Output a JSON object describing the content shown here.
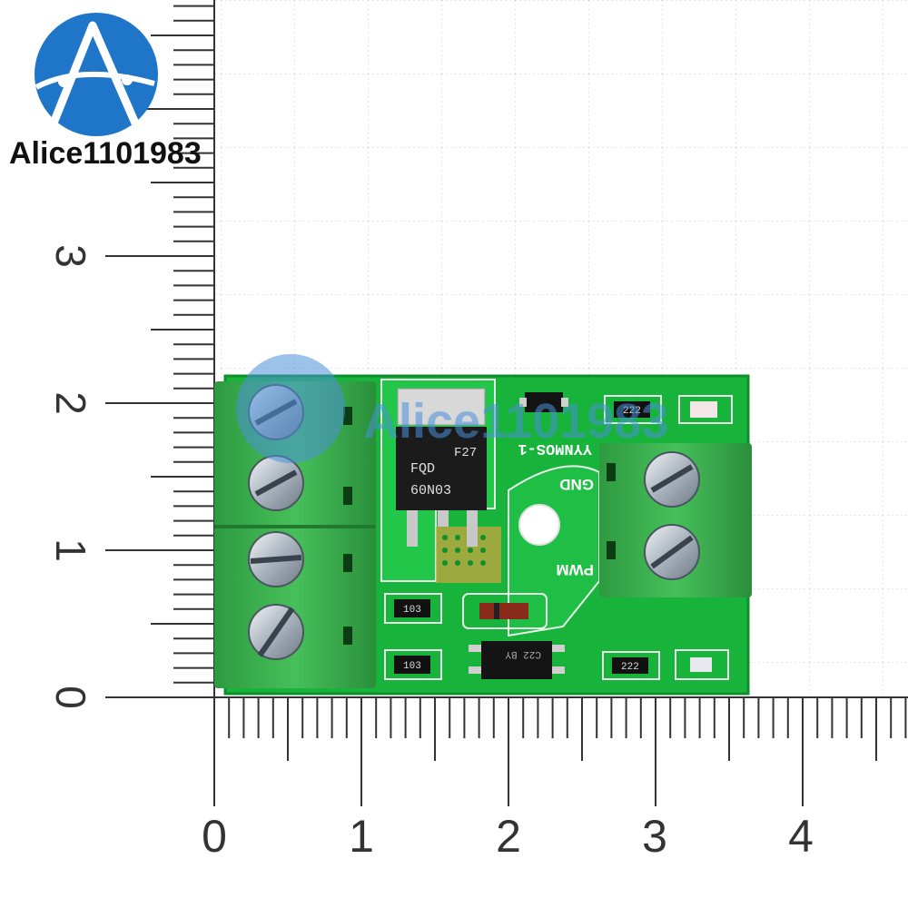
{
  "watermark": {
    "brand_text": "Alice1101983",
    "overlay_text": "Alice1101983"
  },
  "ruler": {
    "vertical_labels": [
      "0",
      "1",
      "2",
      "3"
    ],
    "horizontal_labels": [
      "0",
      "1",
      "2",
      "3",
      "4"
    ]
  },
  "board": {
    "model_label": "YYNMOS-1",
    "mosfet_marking": "FQD",
    "mosfet_part": "60N03",
    "mosfet_code": "F27",
    "gnd_label": "GND",
    "pwm_label": "PWM",
    "resistor_top": "222",
    "resistor_bottom_right": "222",
    "resistor_left_upper": "103",
    "resistor_left_lower": "103",
    "optocoupler_marking": "C22 BY"
  },
  "colors": {
    "pcb_green": "#17b33a",
    "terminal_green": "#35b04a",
    "logo_blue": "#1f76c9",
    "grid_line": "#c8c8c8",
    "ruler_ink": "#333333"
  },
  "icons": {
    "logo": "alice-logo-icon",
    "screw": "screw-icon"
  }
}
